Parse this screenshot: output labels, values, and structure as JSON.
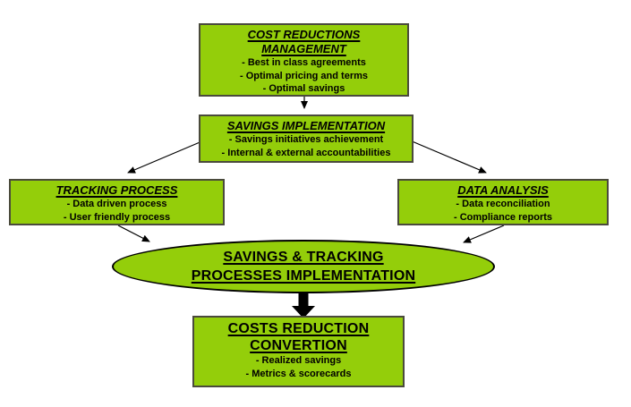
{
  "colors": {
    "background": "#ffffff",
    "node_fill": "#94ce0a",
    "box_border": "#4a4a3c",
    "ellipse_border": "#000000",
    "arrow": "#000000",
    "text": "#000000"
  },
  "diagram": {
    "nodes": {
      "cost_reductions": {
        "title_lines": [
          "COST REDUCTIONS",
          "MANAGEMENT"
        ],
        "items": [
          "- Best in class agreements",
          "- Optimal pricing and terms",
          "- Optimal savings"
        ]
      },
      "savings_implementation": {
        "title_lines": [
          "SAVINGS IMPLEMENTATION"
        ],
        "items": [
          "- Savings initiatives achievement",
          "- Internal & external accountabilities"
        ]
      },
      "tracking_process": {
        "title_lines": [
          "TRACKING PROCESS"
        ],
        "items": [
          "- Data driven process",
          "- User friendly process"
        ]
      },
      "data_analysis": {
        "title_lines": [
          "DATA ANALYSIS"
        ],
        "items": [
          "- Data reconciliation",
          "- Compliance reports"
        ]
      },
      "savings_tracking": {
        "title_lines": [
          "SAVINGS & TRACKING",
          "PROCESSES IMPLEMENTATION"
        ]
      },
      "costs_reduction_convertion": {
        "title_lines": [
          "COSTS REDUCTION",
          "CONVERTION"
        ],
        "items": [
          "- Realized savings",
          "- Metrics & scorecards"
        ]
      }
    }
  }
}
